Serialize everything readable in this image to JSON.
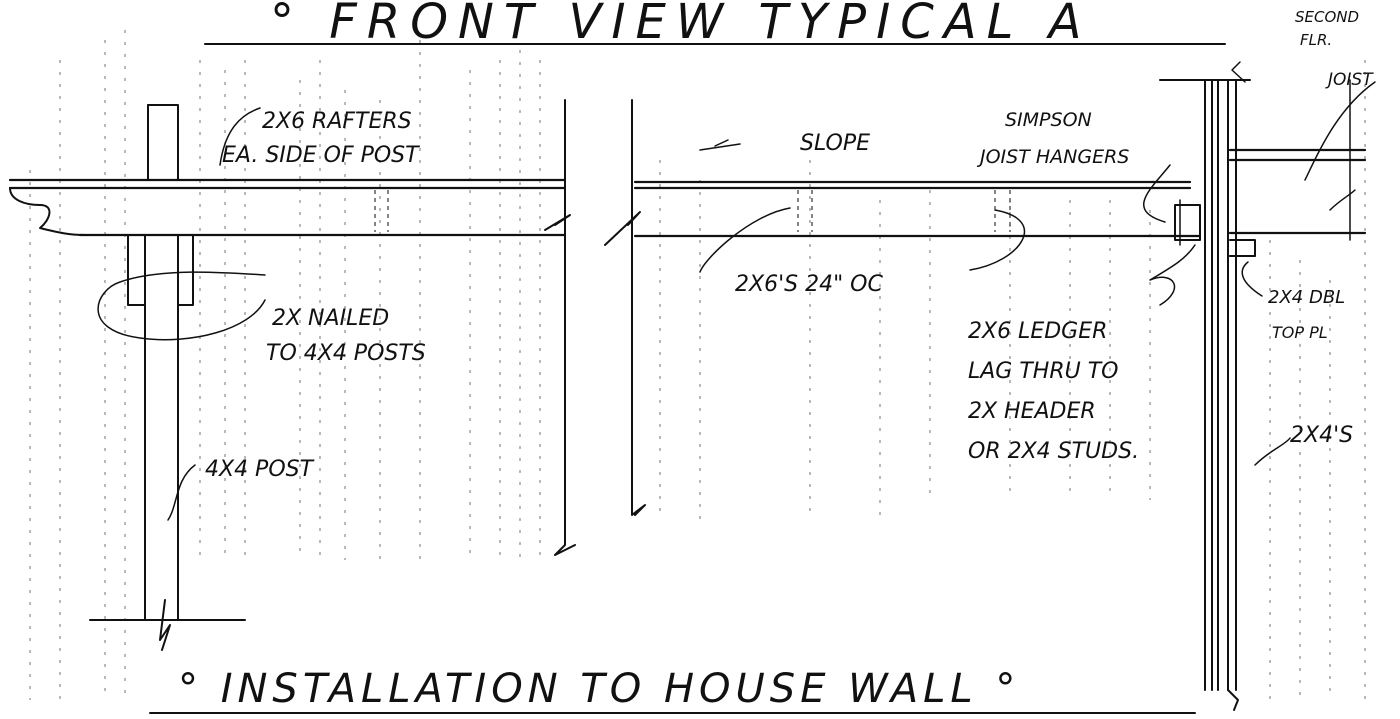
{
  "drawing": {
    "title_top": "° FRONT VIEW TYPICAL A",
    "title_bottom": "° INSTALLATION TO HOUSE WALL °"
  },
  "labels": {
    "rafters": "2X6 RAFTERS",
    "rafters_2": "EA. SIDE OF POST",
    "slope": "SLOPE",
    "joist_hangers": "SIMPSON",
    "joist_hangers_2": "JOIST HANGERS",
    "second_floor": "SECOND",
    "second_floor_2": "FLR.",
    "second_floor_3": "JOIST",
    "spacing": "2X6'S 24\" OC",
    "nailed": "2X NAILED",
    "nailed_2": "TO 4X4 POSTS",
    "ledger": "2X6 LEDGER",
    "ledger_2": "LAG THRU TO",
    "ledger_3": "2X HEADER",
    "ledger_4": "OR 2X4 STUDS.",
    "top_plate": "2X4 DBL",
    "top_plate_2": "TOP PL",
    "post": "4X4 POST",
    "studs": "2X4'S"
  }
}
